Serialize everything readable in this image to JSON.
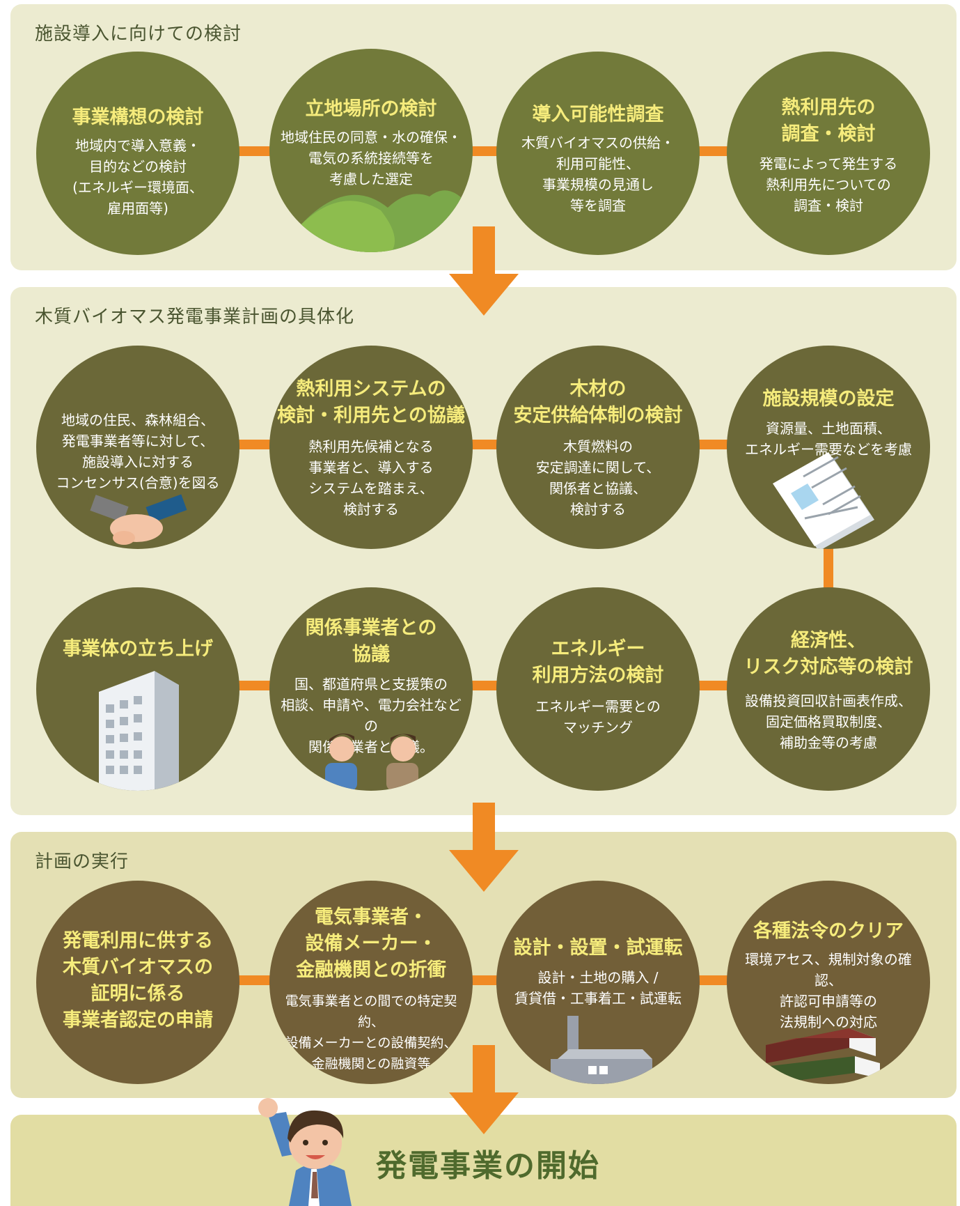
{
  "section1": {
    "title": "施設導入に向けての検討",
    "steps": [
      {
        "title": "事業構想の検討",
        "body": "地域内で導入意義・\n目的などの検討\n(エネルギー環境面、\n雇用面等)"
      },
      {
        "title": "立地場所の検討",
        "body": "地域住民の同意・水の確保・\n電気の系統接続等を\n考慮した選定"
      },
      {
        "title": "導入可能性調査",
        "body": "木質バイオマスの供給・\n利用可能性、\n事業規模の見通し\n等を調査"
      },
      {
        "title": "熱利用先の\n調査・検討",
        "body": "発電によって発生する\n熱利用先についての\n調査・検討"
      }
    ]
  },
  "section2": {
    "title": "木質バイオマス発電事業計画の具体化",
    "row1": [
      {
        "title": "",
        "body": "地域の住民、森林組合、\n発電事業者等に対して、\n施設導入に対する\nコンセンサス(合意)を図る"
      },
      {
        "title": "熱利用システムの\n検討・利用先との協議",
        "body": "熱利用先候補となる\n事業者と、導入する\nシステムを踏まえ、\n検討する"
      },
      {
        "title": "木材の\n安定供給体制の検討",
        "body": "木質燃料の\n安定調達に関して、\n関係者と協議、\n検討する"
      },
      {
        "title": "施設規模の設定",
        "body": "資源量、土地面積、\nエネルギー需要などを考慮"
      }
    ],
    "row2": [
      {
        "title": "事業体の立ち上げ",
        "body": ""
      },
      {
        "title": "関係事業者との\n協議",
        "body": "国、都道府県と支援策の\n相談、申請や、電力会社などの\n関係事業者と協議。"
      },
      {
        "title": "エネルギー\n利用方法の検討",
        "body": "エネルギー需要との\nマッチング"
      },
      {
        "title": "経済性、\nリスク対応等の検討",
        "body": "設備投資回収計画表作成、\n固定価格買取制度、\n補助金等の考慮"
      }
    ]
  },
  "section3": {
    "title": "計画の実行",
    "steps": [
      {
        "title": "発電利用に供する\n木質バイオマスの\n証明に係る\n事業者認定の申請",
        "body": ""
      },
      {
        "title": "電気事業者・\n設備メーカー・\n金融機関との折衝",
        "body": "電気事業者との間での特定契約、\n設備メーカーとの設備契約、\n金融機関との融資等"
      },
      {
        "title": "設計・設置・試運転",
        "body": "設計・土地の購入 /\n賃貸借・工事着工・試運転"
      },
      {
        "title": "各種法令のクリア",
        "body": "環境アセス、規制対象の確認、\n許認可申請等の\n法規制への対応"
      }
    ]
  },
  "final": {
    "title": "発電事業の開始"
  },
  "colors": {
    "panel": "#ecebd0",
    "panel_exec": "#e4e0b4",
    "panel_final": "#e2dda3",
    "circle_green": "#727a3a",
    "circle_olive": "#6b6838",
    "circle_brown": "#725f38",
    "accent_orange": "#f08a24",
    "title_yellow": "#f6ec7c",
    "final_text": "#4f6a2d"
  }
}
